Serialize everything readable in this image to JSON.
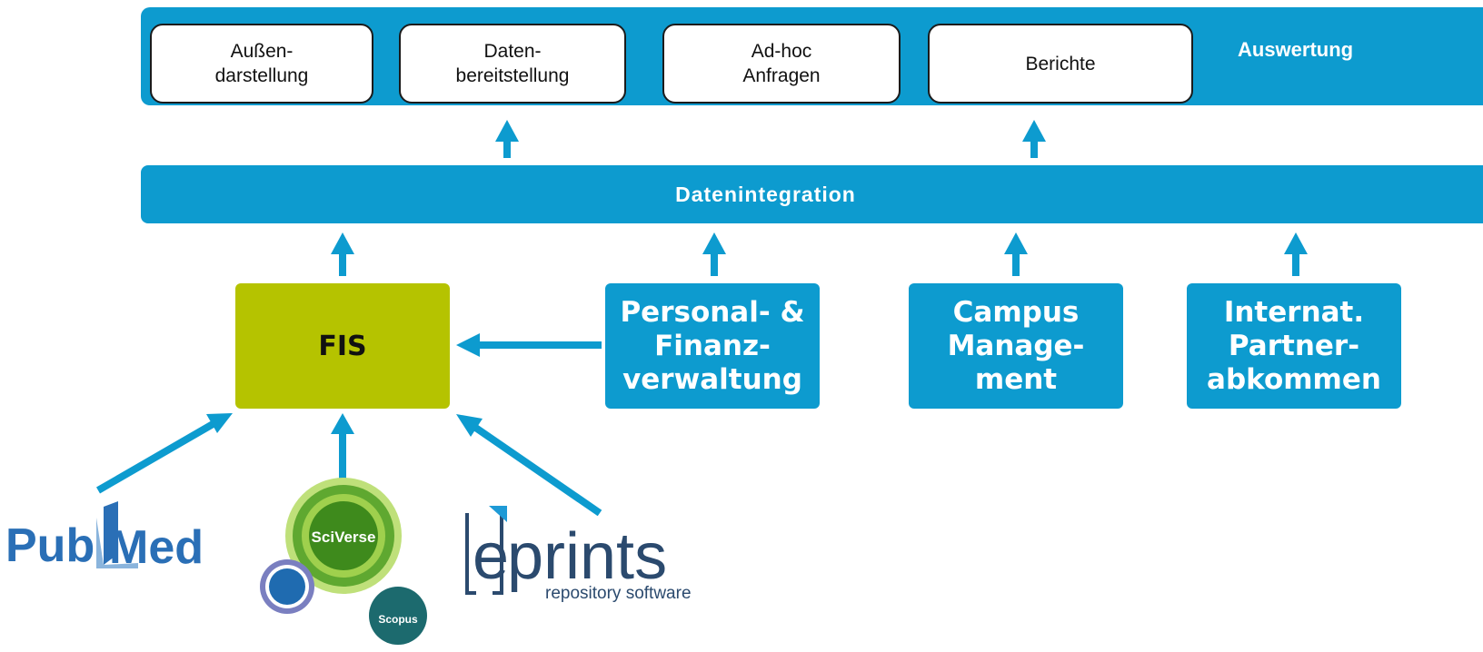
{
  "top_band": {
    "boxes": [
      {
        "line1": "Außen-",
        "line2": "darstellung"
      },
      {
        "line1": "Daten-",
        "line2": "bereitstellung"
      },
      {
        "line1": "Ad-hoc",
        "line2": "Anfragen"
      },
      {
        "line1": "Berichte",
        "line2": ""
      }
    ],
    "label": "Auswertung"
  },
  "integration": {
    "label": "Datenintegration"
  },
  "fis": {
    "label": "FIS"
  },
  "sources": [
    {
      "lines": [
        "Personal- &",
        "Finanz-",
        "verwaltung"
      ]
    },
    {
      "lines": [
        "Campus",
        "Manage-",
        "ment"
      ]
    },
    {
      "lines": [
        "Internat.",
        "Partner-",
        "abkommen"
      ]
    }
  ],
  "logos": {
    "pubmed": "PubMed",
    "sciverse": "SciVerse",
    "scopus": "Scopus",
    "eprints": "eprints",
    "eprints_sub": "repository software"
  },
  "colors": {
    "blue": "#0d9bcf",
    "fis_green": "#b5c300",
    "pubmed_blue": "#2a6fb6",
    "sciverse_green": "#7dc242"
  }
}
